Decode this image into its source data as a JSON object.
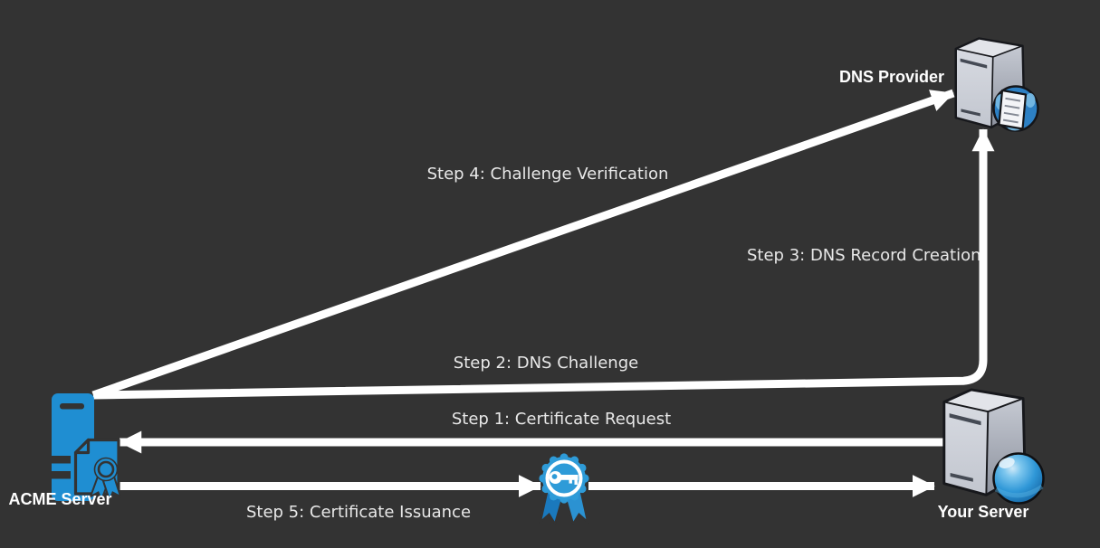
{
  "diagram": {
    "nodes": [
      {
        "id": "dns-provider",
        "label": "DNS Provider",
        "icon": "server-with-document-globe-icon",
        "position": "top-right"
      },
      {
        "id": "acme-server",
        "label": "ACME Server",
        "icon": "server-with-certificate-seal-icon",
        "position": "bottom-left"
      },
      {
        "id": "your-server",
        "label": "Your Server",
        "icon": "server-with-globe-icon",
        "position": "bottom-right"
      }
    ],
    "steps": [
      {
        "label": "Step 1: Certificate Request",
        "from": "your-server",
        "to": "acme-server"
      },
      {
        "label": "Step 2: DNS Challenge",
        "from": "acme-server",
        "to": "your-server"
      },
      {
        "label": "Step 3: DNS Record Creation",
        "from": "your-server",
        "to": "dns-provider"
      },
      {
        "label": "Step 4: Challenge Verification",
        "from": "acme-server",
        "to": "dns-provider"
      },
      {
        "label": "Step 5: Certificate Issuance",
        "from": "acme-server",
        "to": "your-server",
        "midpoint_icon": "certificate-key-badge-icon"
      }
    ],
    "colors": {
      "background": "#333333",
      "arrow": "#ffffff",
      "label-text": "#e8e8e8",
      "node-text": "#ffffff",
      "accent-blue": "#1f8ed2",
      "badge-blue": "#2e9bd8",
      "outline-dark": "#17181c"
    }
  }
}
